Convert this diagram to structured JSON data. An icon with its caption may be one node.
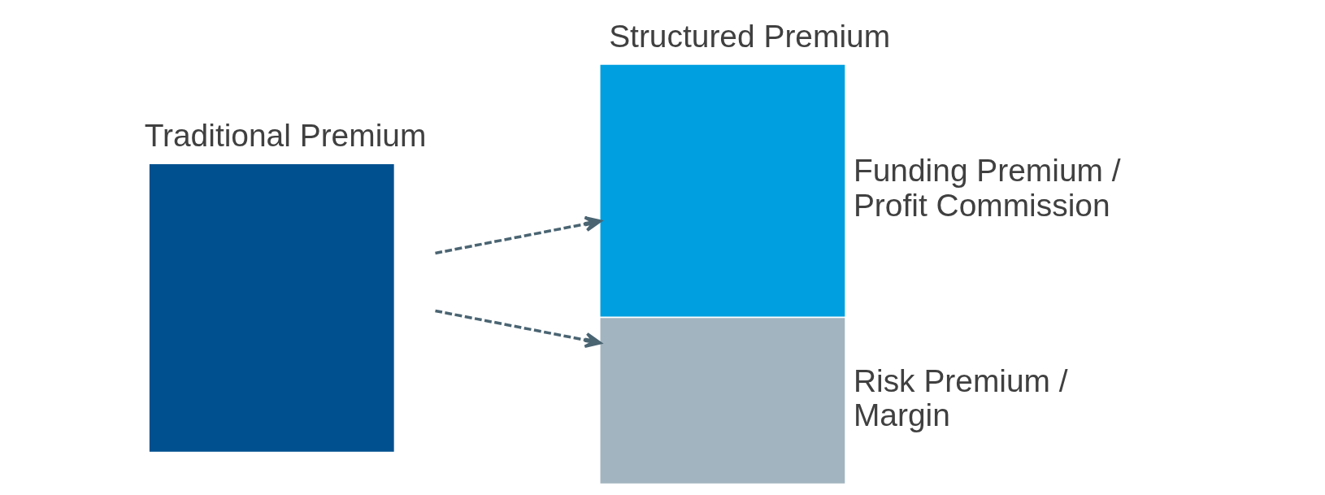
{
  "diagram": {
    "nodes": [
      {
        "text": [
          "Traditional Premium"
        ]
      },
      {
        "text": [
          "Structured Premium"
        ],
        "beside": [
          "Funding Premium / Profit Commission"
        ]
      },
      {
        "text": [],
        "shape": "box",
        "beside": [
          "Risk Premium / Margin"
        ]
      }
    ],
    "edges": [
      {
        "from": 0,
        "to": 1,
        "arrow": "to",
        "style": "dashed"
      },
      {
        "from": 0,
        "to": 2,
        "arrow": "to",
        "style": "dashed"
      }
    ]
  }
}
